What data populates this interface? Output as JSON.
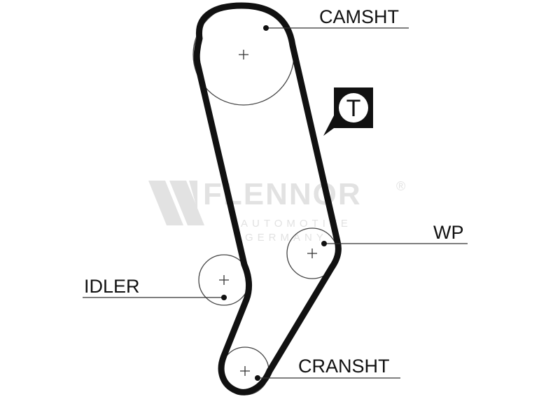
{
  "labels": {
    "camshaft": "CAMSHT",
    "water_pump": "WP",
    "idler": "IDLER",
    "crankshaft": "CRANSHT"
  },
  "tensioner_symbol": "T",
  "watermark": {
    "brand": "FLENNOR",
    "line1": "AUTOMOTIVE",
    "line2": "GERMANY",
    "registered": "®"
  },
  "colors": {
    "belt": "#111111",
    "pulley": "#444444",
    "watermark": "#e2e2e2"
  }
}
